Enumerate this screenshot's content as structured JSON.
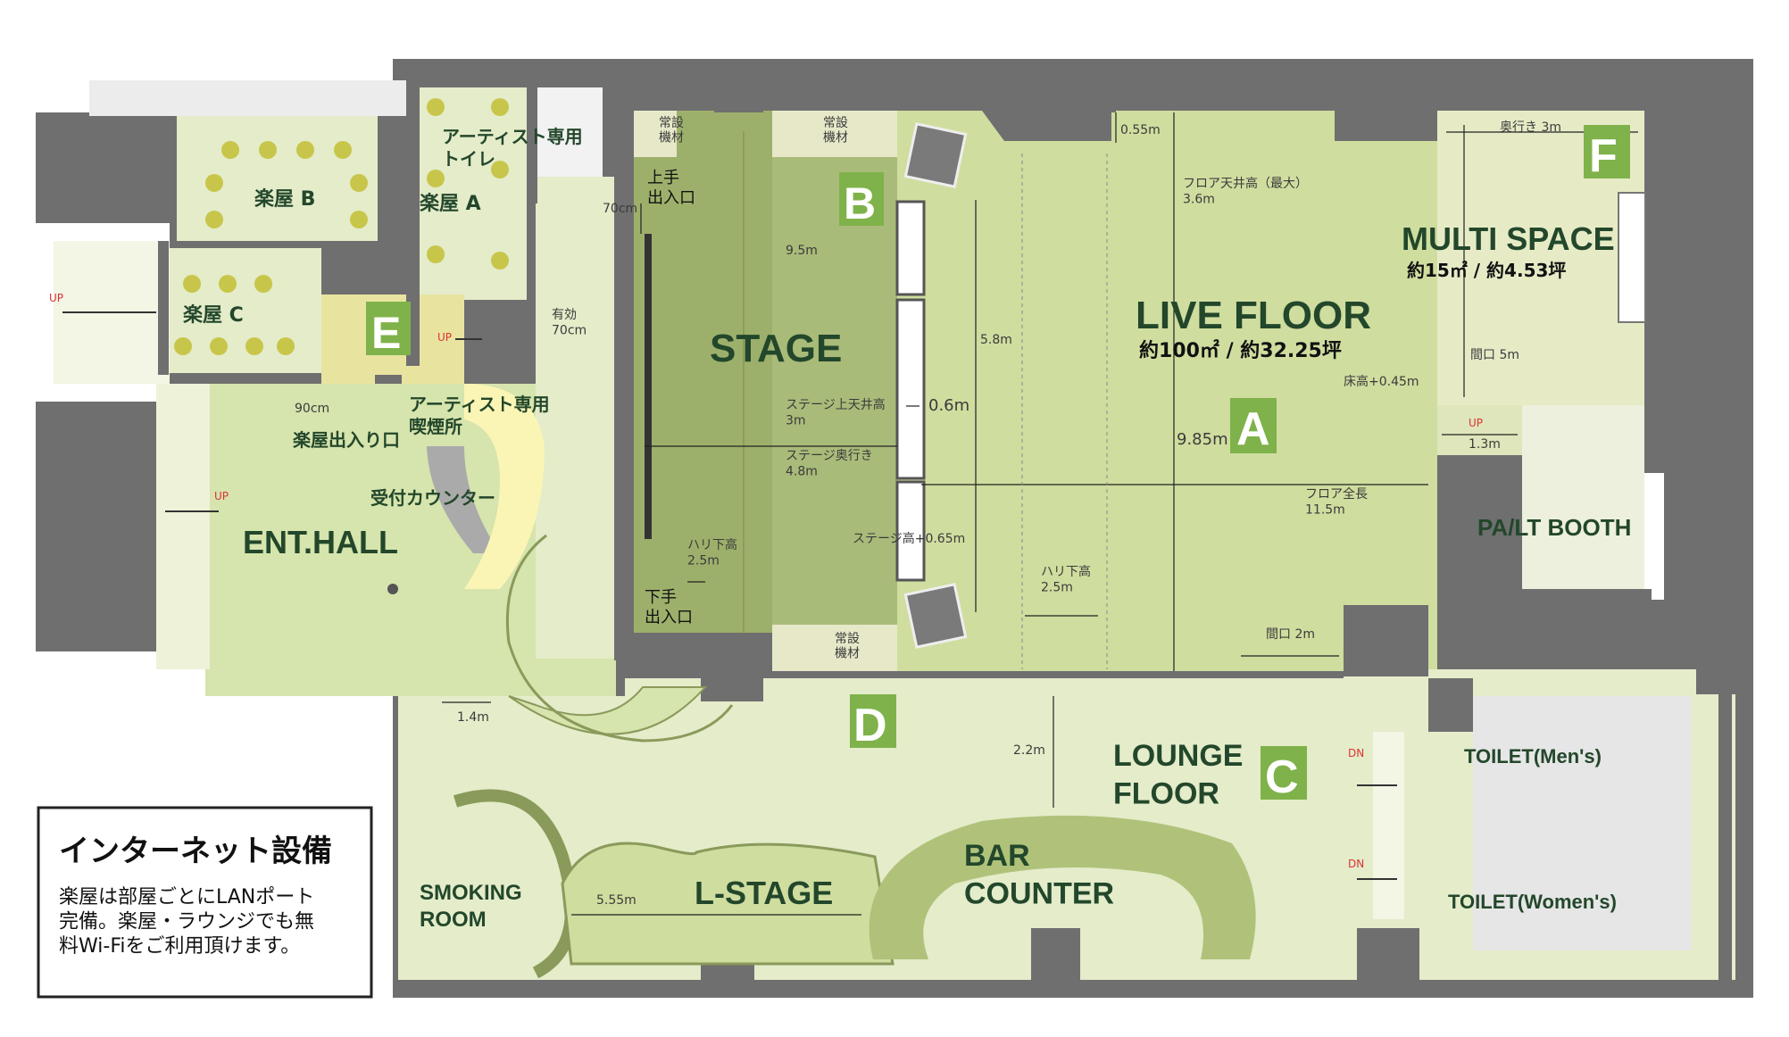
{
  "rooms": {
    "dressing_b": "楽屋 B",
    "dressing_a": "楽屋 A",
    "dressing_c": "楽屋 C",
    "artist_toilet": "アーティスト専用\nトイレ",
    "artist_smoking": "アーティスト専用\n喫煙所",
    "dressing_entrance": "楽屋出入り口",
    "reception": "受付カウンター",
    "ent_hall": "ENT.HALL",
    "stage": "STAGE",
    "live_floor": "LIVE FLOOR",
    "live_floor_area": "約100㎡ / 約32.25坪",
    "multi_space": "MULTI SPACE",
    "multi_space_area": "約15㎡ / 約4.53坪",
    "pa_booth": "PA/LT BOOTH",
    "lounge_floor": "LOUNGE\nFLOOR",
    "bar_counter": "BAR\nCOUNTER",
    "l_stage": "L-STAGE",
    "smoking_room": "SMOKING\nROOM",
    "toilet_men": "TOILET(Men's)",
    "toilet_women": "TOILET(Women's)",
    "stage_upper_entrance": "上手\n出入口",
    "stage_lower_entrance": "下手\n出入口",
    "fixed_equipment": "常設\n機材"
  },
  "badges": [
    "A",
    "B",
    "C",
    "D",
    "E",
    "F"
  ],
  "dimensions": {
    "d_70cm_a": "70cm",
    "d_effective_70cm": "有効\n70cm",
    "d_90cm": "90cm",
    "d_1_4m": "1.4m",
    "d_9_5m": "9.5m",
    "d_5_8m": "5.8m",
    "d_0_6m": "0.6m",
    "d_0_55m": "0.55m",
    "stage_ceiling": "ステージ上天井高\n3m",
    "stage_depth": "ステージ奥行き\n4.8m",
    "beam_stage": "ハリ下高\n2.5m",
    "stage_height": "ステージ高+0.65m",
    "beam_floor": "ハリ下高\n2.5m",
    "floor_ceiling": "フロア天井高（最大）\n3.6m",
    "floor_length": "フロア全長\n11.5m",
    "floor_width": "9.85m",
    "opening_2m": "間口 2m",
    "multi_depth": "奥行き 3m",
    "multi_opening": "間口 5m",
    "floor_height": "床高+0.45m",
    "d_1_3m": "1.3m",
    "d_2_2m": "2.2m",
    "d_5_55m": "5.55m"
  },
  "markers": {
    "up": "UP",
    "dn": "DN"
  },
  "internet": {
    "title": "インターネット設備",
    "body": "楽屋は部屋ごとにLANポート\n完備。楽屋・ラウンジでも無\n料Wi-Fiをご利用頂けます。"
  },
  "colors": {
    "wall": "#6f6f6f",
    "floor_light": "#e4ecca",
    "floor_mid": "#cfdd9f",
    "stage": "#9db06b",
    "stage_dark": "#8aa05c",
    "badge": "#7fb24a",
    "label": "#23472b"
  }
}
